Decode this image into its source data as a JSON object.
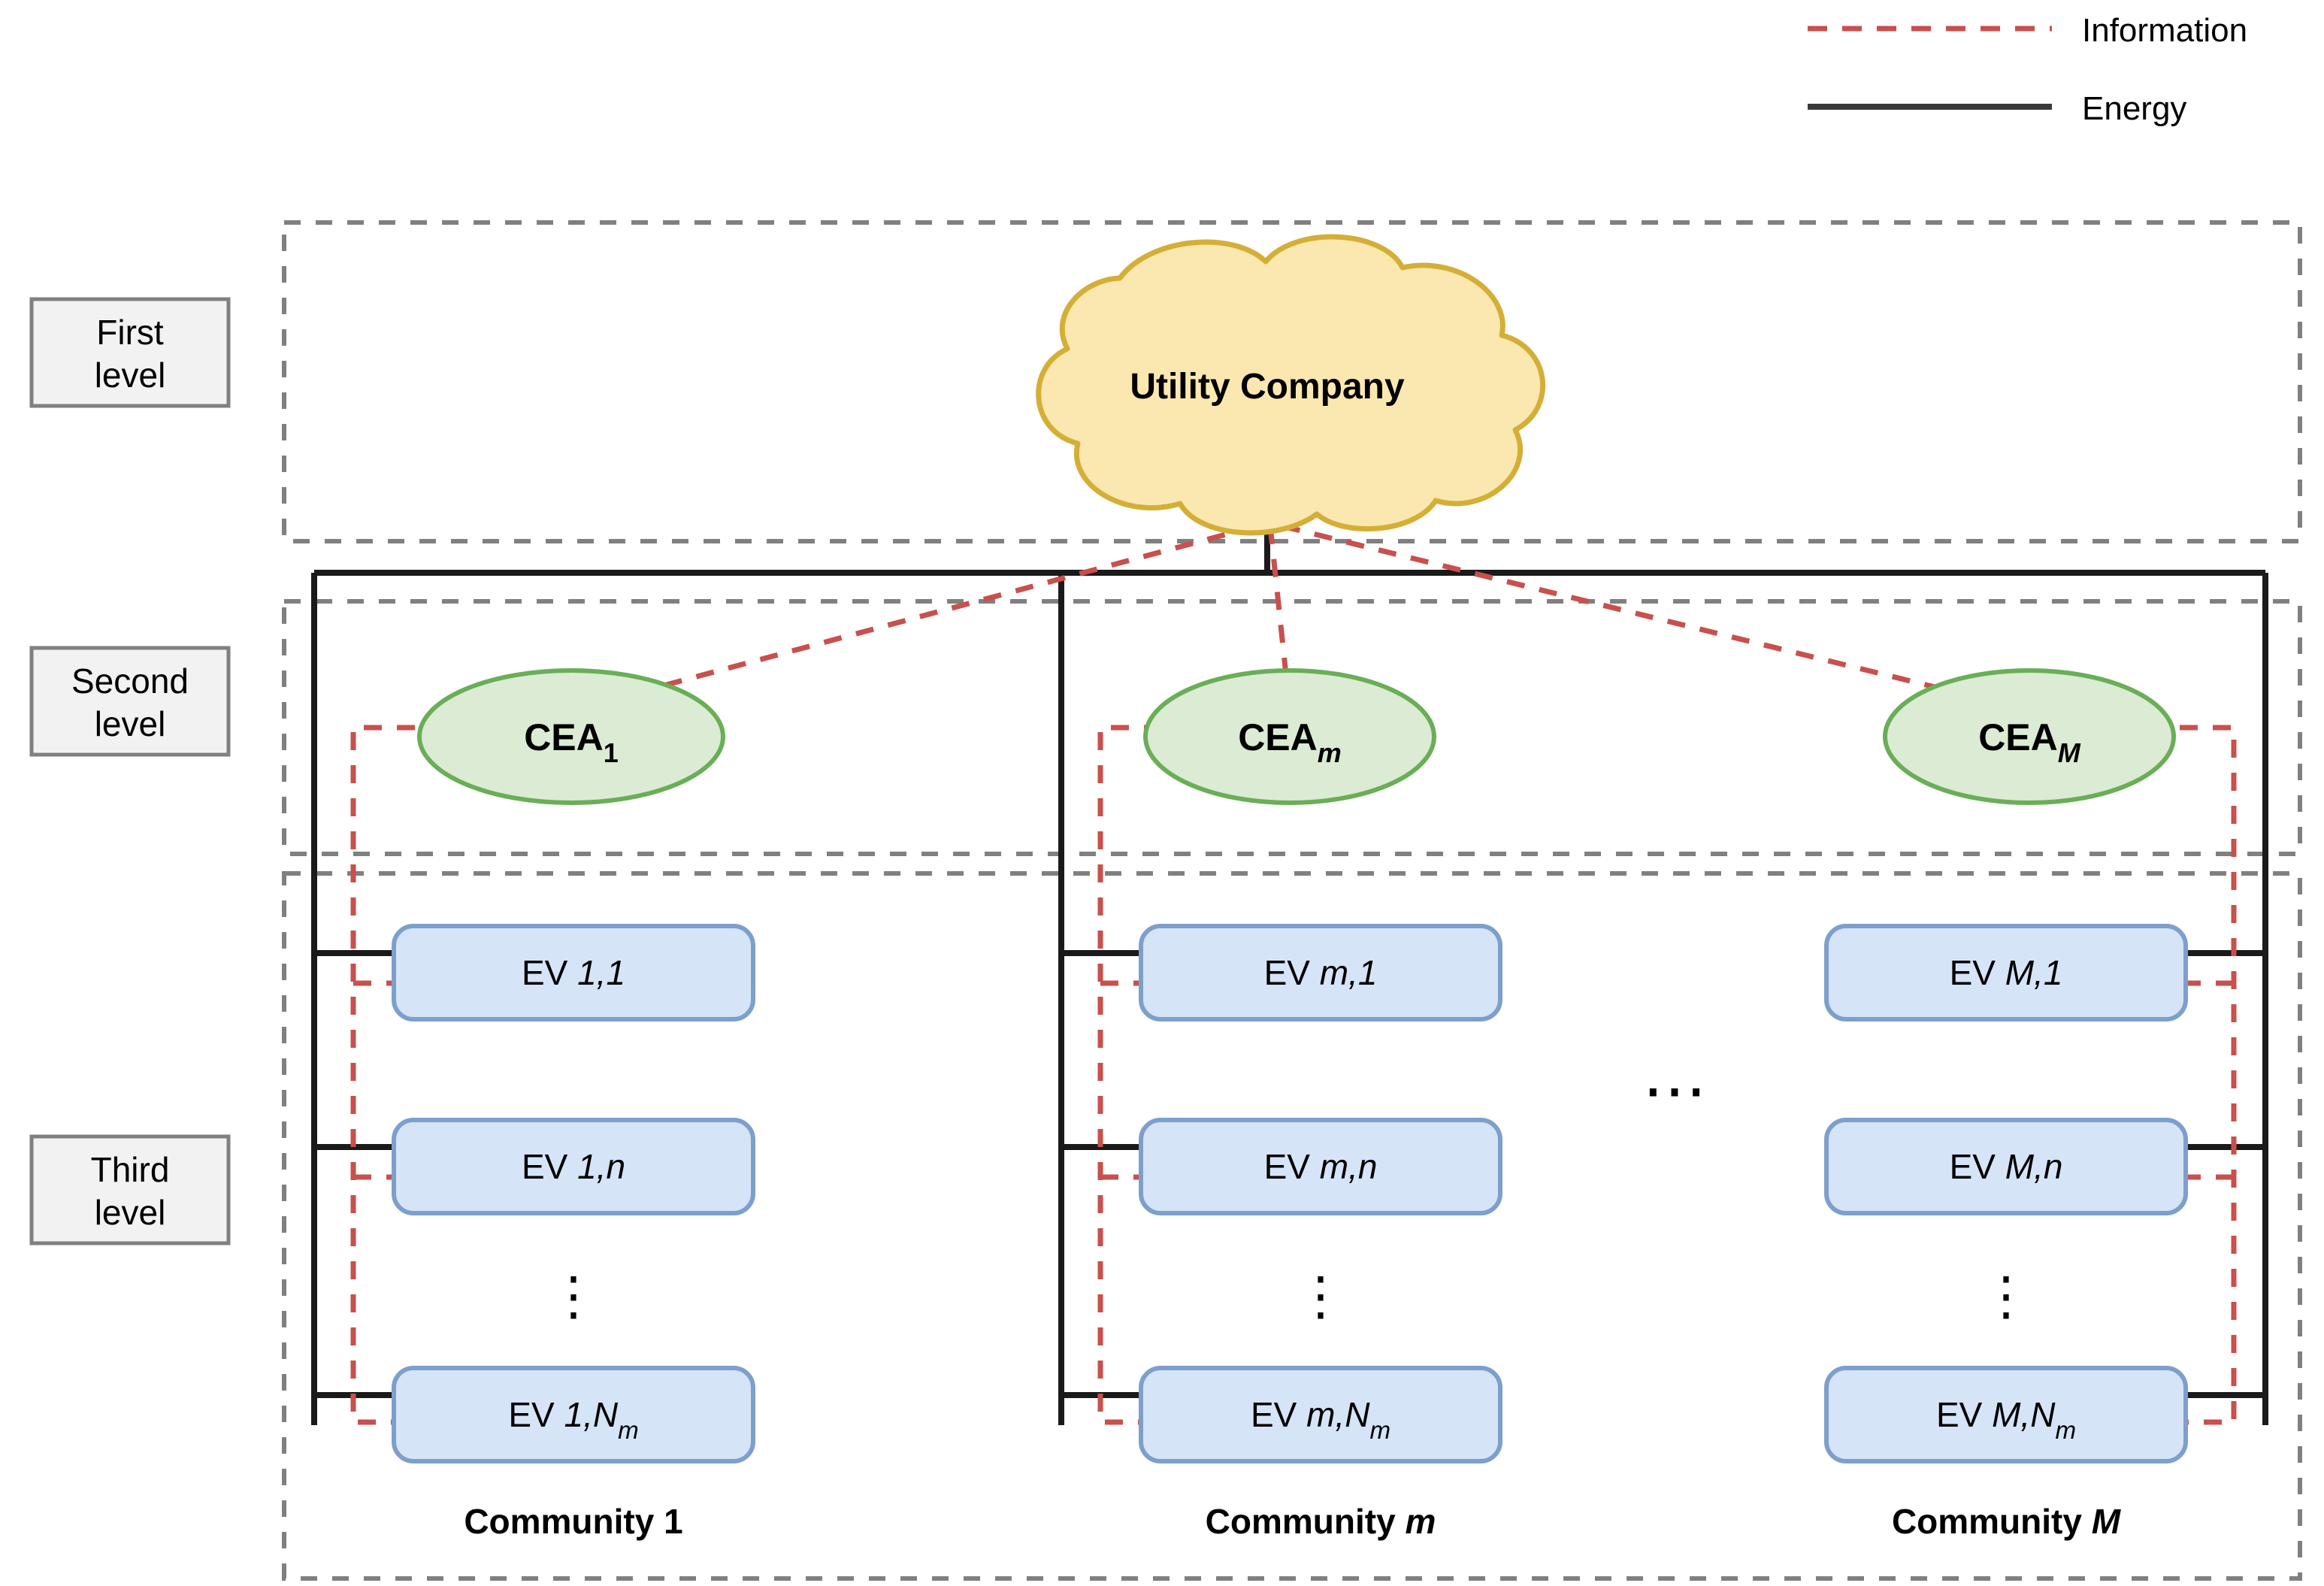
{
  "legend": {
    "items": [
      {
        "label": "Information",
        "style": "dashed",
        "color": "#d0544f",
        "icon": "dashed-line-icon"
      },
      {
        "label": "Energy",
        "style": "solid",
        "color": "#3a3a3a",
        "icon": "solid-line-icon"
      }
    ]
  },
  "levels": [
    {
      "line1": "First",
      "line2": "level"
    },
    {
      "line1": "Second",
      "line2": "level"
    },
    {
      "line1": "Third",
      "line2": "level"
    }
  ],
  "first_level": {
    "node_label": "Utility Company",
    "shape": "cloud",
    "fill": "#fbe8b0",
    "stroke": "#d4af37"
  },
  "second_level": {
    "nodes": [
      {
        "base": "CEA",
        "sub": "1",
        "sub_italic": false
      },
      {
        "base": "CEA",
        "sub": "m",
        "sub_italic": true
      },
      {
        "base": "CEA",
        "sub": "M",
        "sub_italic": true
      }
    ],
    "shape": "ellipse",
    "fill": "#dcebd4",
    "stroke": "#6aae58"
  },
  "third_level": {
    "fill": "#d6e4f7",
    "stroke": "#7d9fcc",
    "columns": [
      {
        "community_label_prefix": "Community ",
        "community_label_index": "1",
        "community_index_italic": false,
        "evs": [
          {
            "prefix": "EV ",
            "idx": "1,1",
            "sub": ""
          },
          {
            "prefix": "EV ",
            "idx": "1,n",
            "sub": ""
          },
          {
            "prefix": "EV ",
            "idx": "1,N",
            "sub": "m"
          }
        ]
      },
      {
        "community_label_prefix": "Community ",
        "community_label_index": "m",
        "community_index_italic": true,
        "evs": [
          {
            "prefix": "EV ",
            "idx": "m,1",
            "sub": ""
          },
          {
            "prefix": "EV ",
            "idx": "m,n",
            "sub": ""
          },
          {
            "prefix": "EV ",
            "idx": "m,N",
            "sub": "m"
          }
        ]
      },
      {
        "community_label_prefix": "Community ",
        "community_label_index": "M",
        "community_index_italic": true,
        "evs": [
          {
            "prefix": "EV ",
            "idx": "M,1",
            "sub": ""
          },
          {
            "prefix": "EV ",
            "idx": "M,n",
            "sub": ""
          },
          {
            "prefix": "EV ",
            "idx": "M,N",
            "sub": "m"
          }
        ]
      }
    ],
    "vertical_ellipsis": "⋮",
    "horizontal_ellipsis": "⋯"
  },
  "colors": {
    "information": "#c8504d",
    "energy": "#222222",
    "container_dashed": "#808080",
    "level_box_fill": "#f2f2f2",
    "level_box_stroke": "#808080"
  }
}
